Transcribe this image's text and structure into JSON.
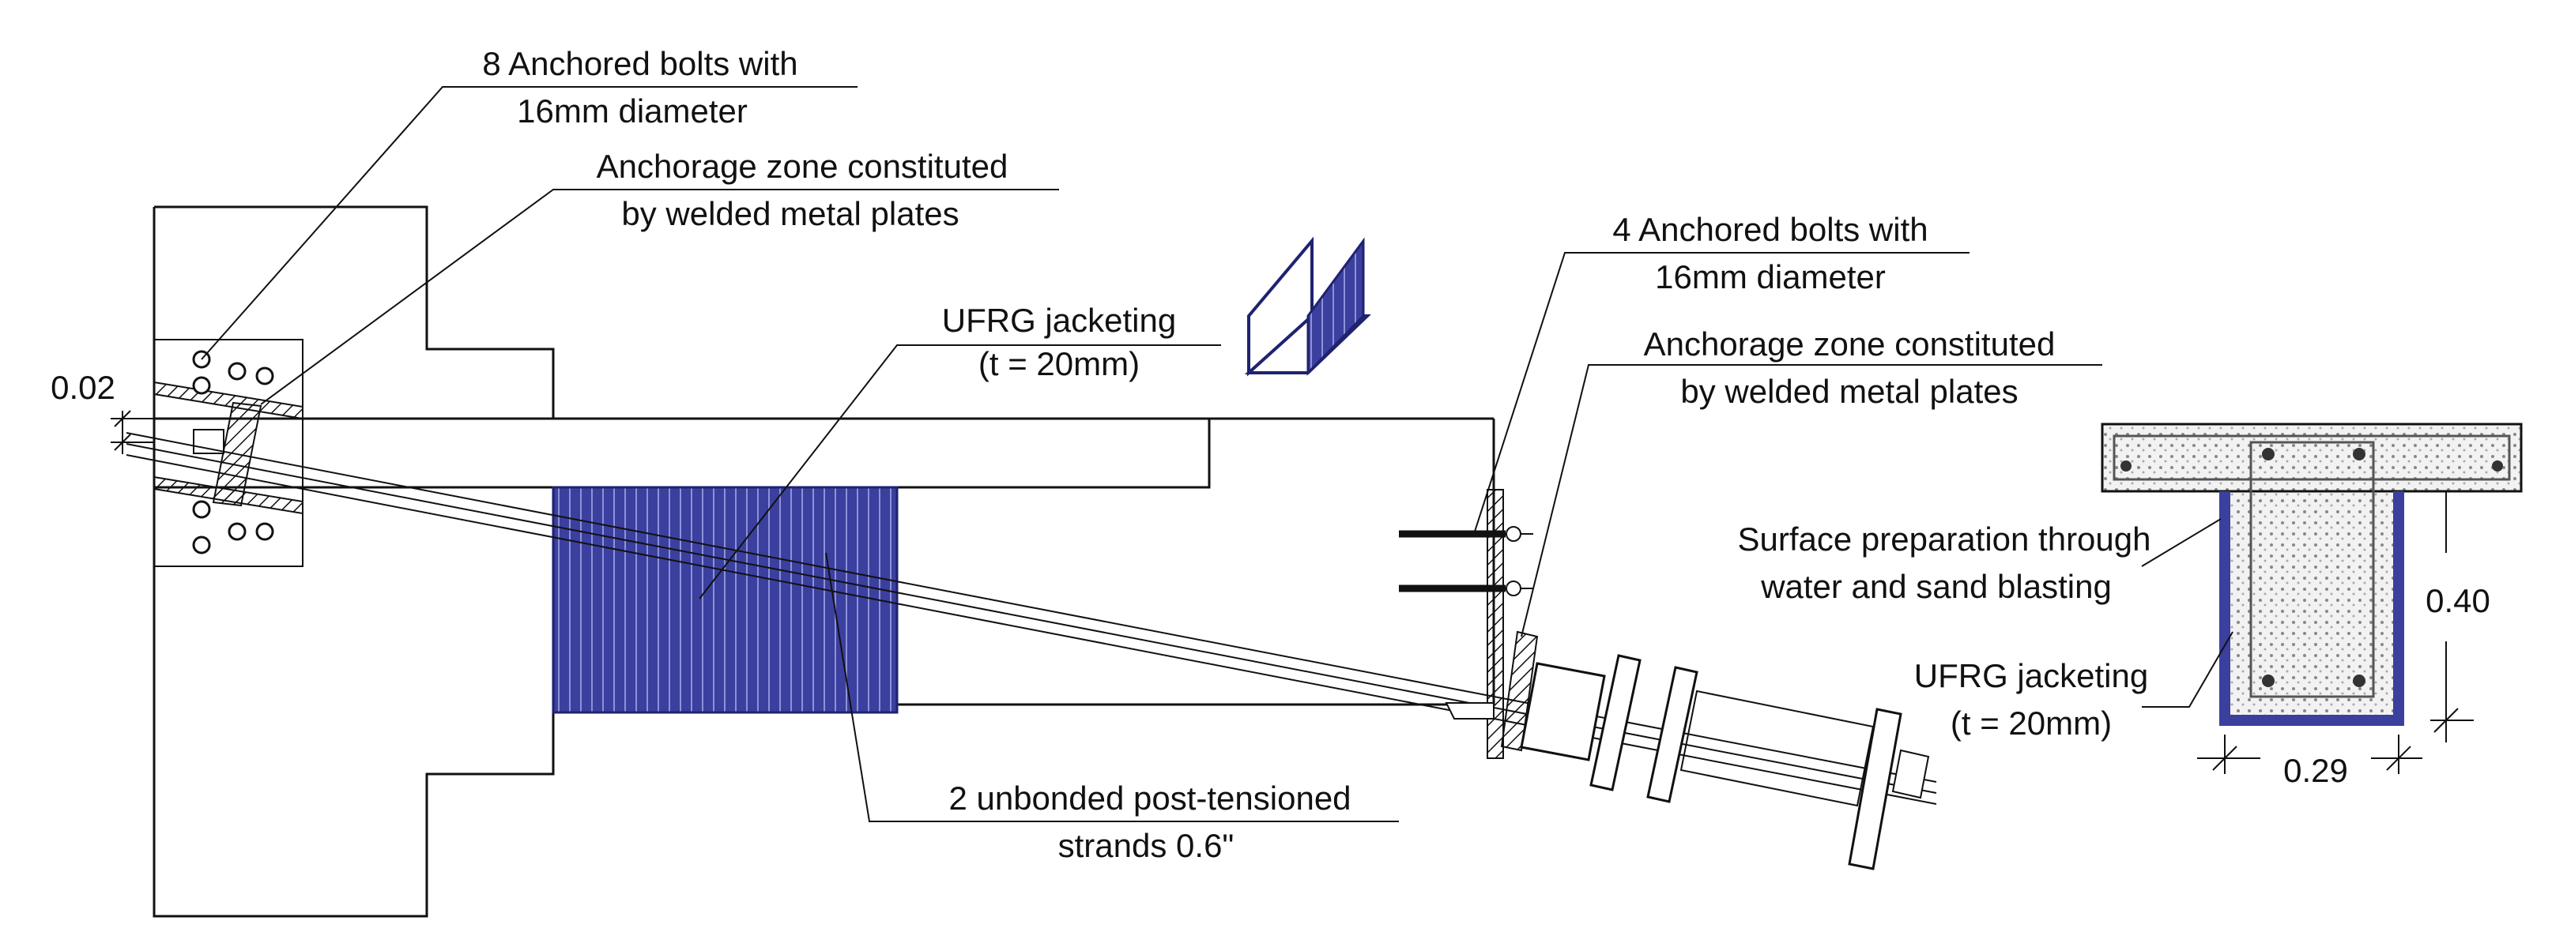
{
  "labels": {
    "bolts8_line1": "8 Anchored bolts with",
    "bolts8_line2": "16mm diameter",
    "anchor_left_line1": "Anchorage zone constituted",
    "anchor_left_line2": "by welded metal plates",
    "ufrg_mid_line1": "UFRG jacketing",
    "ufrg_mid_line2": "(t = 20mm)",
    "bolts4_line1": "4 Anchored bolts with",
    "bolts4_line2": "16mm diameter",
    "anchor_right_line1": "Anchorage zone constituted",
    "anchor_right_line2": "by welded metal plates",
    "surface_line1": "Surface preparation through",
    "surface_line2": "water and sand blasting",
    "ufrg_sec_line1": "UFRG jacketing",
    "ufrg_sec_line2": "(t = 20mm)",
    "strands_line1": "2 unbonded post-tensioned",
    "strands_line2": "strands 0.6\""
  },
  "dimensions": {
    "left_gap": "0.02",
    "section_height": "0.40",
    "section_width": "0.29"
  },
  "colors": {
    "jacket_blue": "#3b3f9e",
    "line": "#111111"
  }
}
